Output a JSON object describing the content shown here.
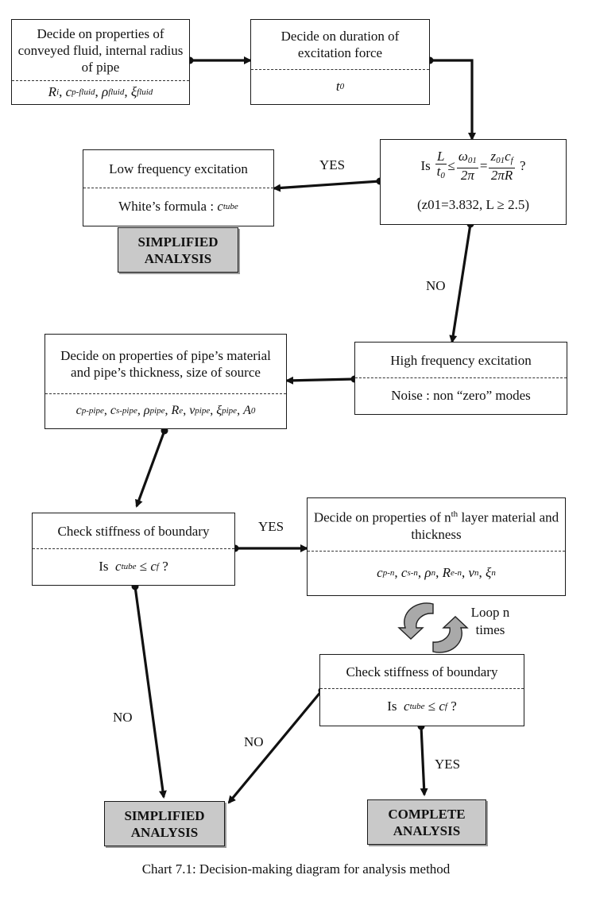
{
  "boxes": {
    "fluid": {
      "text": "Decide on properties of conveyed fluid, internal radius of pipe"
    },
    "duration": {
      "text": "Decide on duration of excitation force",
      "var": "t0"
    },
    "low_freq": {
      "text": "Low frequency excitation",
      "formula_label": "White’s formula : "
    },
    "question1": {
      "prefix": "Is",
      "suffix": "?",
      "note": "(z01=3.832, L ≥ 2.5)"
    },
    "high_freq": {
      "text": "High frequency excitation",
      "noise": "Noise : non “zero” modes"
    },
    "pipe_props": {
      "text": "Decide on properties of pipe’s material and pipe’s thickness, size of source"
    },
    "check1": {
      "text": "Check stiffness of boundary",
      "is": "Is"
    },
    "nth_layer": {
      "text_a": "Decide on properties of n",
      "text_sup": "th",
      "text_b": " layer material and thickness"
    },
    "check2": {
      "text": "Check stiffness of boundary",
      "is": "Is"
    }
  },
  "outcomes": {
    "simplified_top": "SIMPLIFIED ANALYSIS",
    "simplified_bottom": "SIMPLIFIED ANALYSIS",
    "complete": "COMPLETE ANALYSIS"
  },
  "labels": {
    "yes1": "YES",
    "no1": "NO",
    "yes2": "YES",
    "no2": "NO",
    "no3": "NO",
    "yes3": "YES",
    "loop": "Loop n times"
  },
  "caption": "Chart 7.1: Decision-making diagram for analysis method"
}
